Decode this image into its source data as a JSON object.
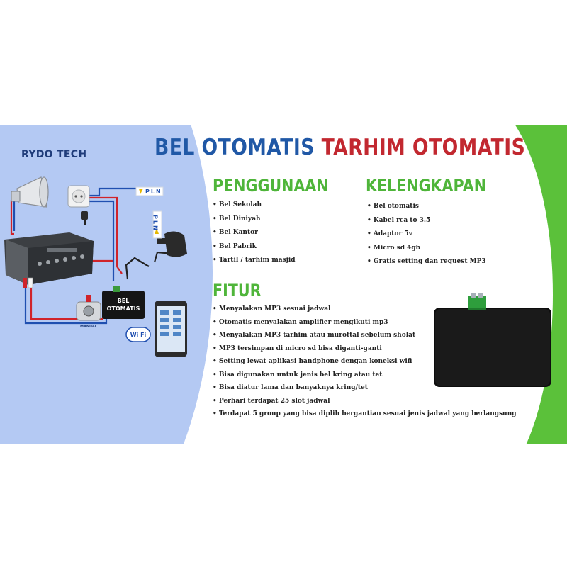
{
  "brand": "RYDO TECH",
  "title": {
    "part1": "BEL OTOMATIS",
    "part2": "TARHIM OTOMATIS"
  },
  "penggunaan": {
    "heading": "PENGGUNAAN",
    "items": [
      "Bel Sekolah",
      "Bel Diniyah",
      "Bel Kantor",
      "Bel Pabrik",
      "Tartil / tarhim masjid"
    ]
  },
  "kelengkapan": {
    "heading": "KELENGKAPAN",
    "items": [
      "Bel otomatis",
      "Kabel rca to 3.5",
      "Adaptor 5v",
      "Micro sd 4gb",
      "Gratis setting dan request MP3"
    ]
  },
  "fitur": {
    "heading": "FITUR",
    "items": [
      "Menyalakan MP3 sesuai jadwal",
      "Otomatis menyalakan amplifier mengikuti mp3",
      "Menyalakan MP3 tarhim atau murottal sebelum sholat",
      "MP3 tersimpan di micro sd bisa diganti-ganti",
      "Setting lewat aplikasi handphone dengan koneksi wifi",
      "Bisa digunakan untuk jenis bel kring atau tet",
      "Bisa diatur lama dan banyaknya kring/tet",
      "Perhari terdapat 25 slot jadwal",
      "Terdapat 5 group yang bisa diplih bergantian sesuai jenis jadwal yang berlangsung"
    ]
  },
  "diagram": {
    "pln_top": "PLN",
    "pln_vertical": "PLN",
    "device_label_line1": "BEL",
    "device_label_line2": "OTOMATIS",
    "switch_label": "MANUAL",
    "wifi_label": "Wi Fi"
  },
  "colors": {
    "title_blue": "#2058a6",
    "title_red": "#c22830",
    "heading_green": "#4fb53a",
    "left_bg": "#b4c9f3",
    "right_bg": "#5bc13a",
    "wire_red": "#d0232a",
    "wire_blue": "#1f4fb0"
  }
}
